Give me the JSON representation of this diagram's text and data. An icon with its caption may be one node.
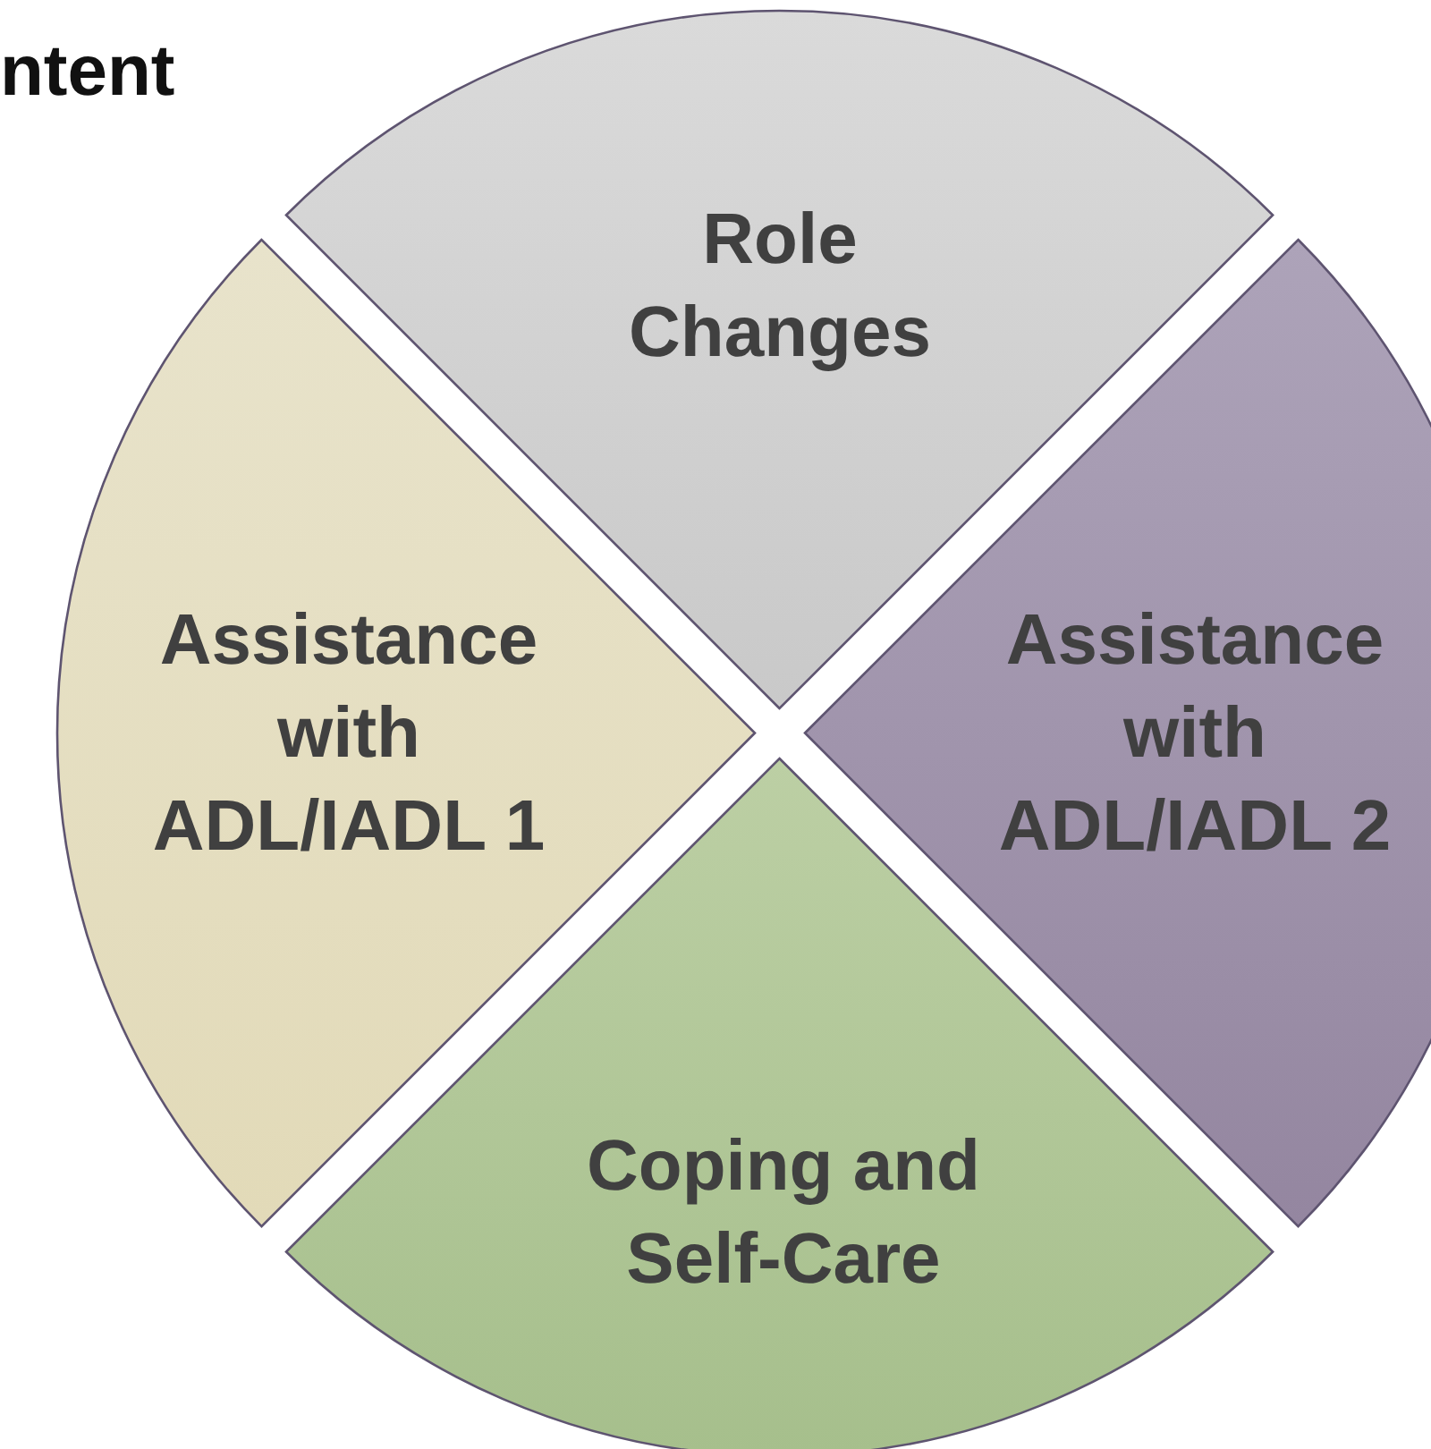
{
  "diagram": {
    "labels": [
      "ntent"
    ],
    "nodes": [
      {
        "text": [
          "Role Changes"
        ]
      },
      {
        "text": [
          "Assistance with ADL/IADL 2"
        ]
      },
      {
        "text": [
          "Coping and Self-Care"
        ]
      },
      {
        "text": [
          "Assistance with ADL/IADL 1"
        ]
      }
    ]
  }
}
